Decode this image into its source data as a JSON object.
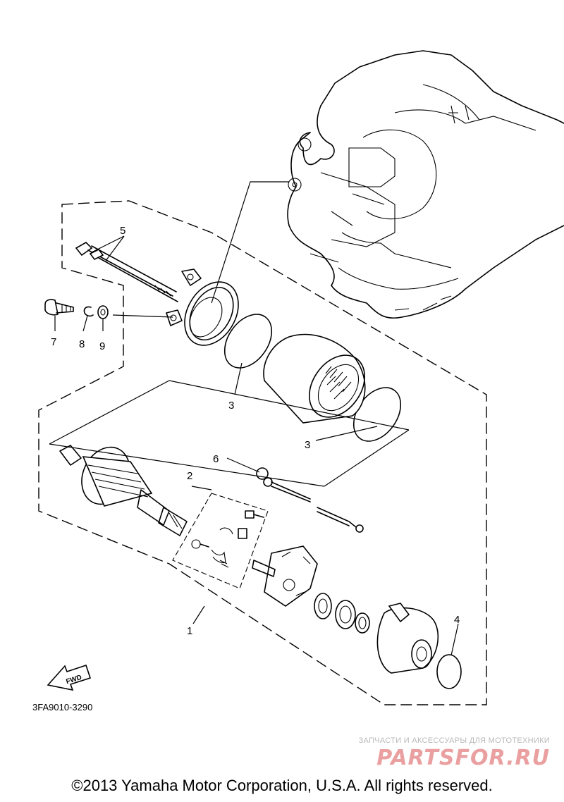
{
  "callouts": {
    "c1": "1",
    "c2": "2",
    "c3a": "3",
    "c3b": "3",
    "c4": "4",
    "c5": "5",
    "c6": "6",
    "c7": "7",
    "c8": "8",
    "c9": "9"
  },
  "direction_arrow": "FWD",
  "diagram_code": "3FA9010-3290",
  "watermark": {
    "caption": "ЗАПЧАСТИ И АКСЕССУАРЫ ДЛЯ МОТОТЕХНИКИ",
    "logo": "PARTSFOR.RU"
  },
  "footer": {
    "copyright": "©2013 Yamaha Motor Corporation, U.S.A. All rights reserved."
  }
}
